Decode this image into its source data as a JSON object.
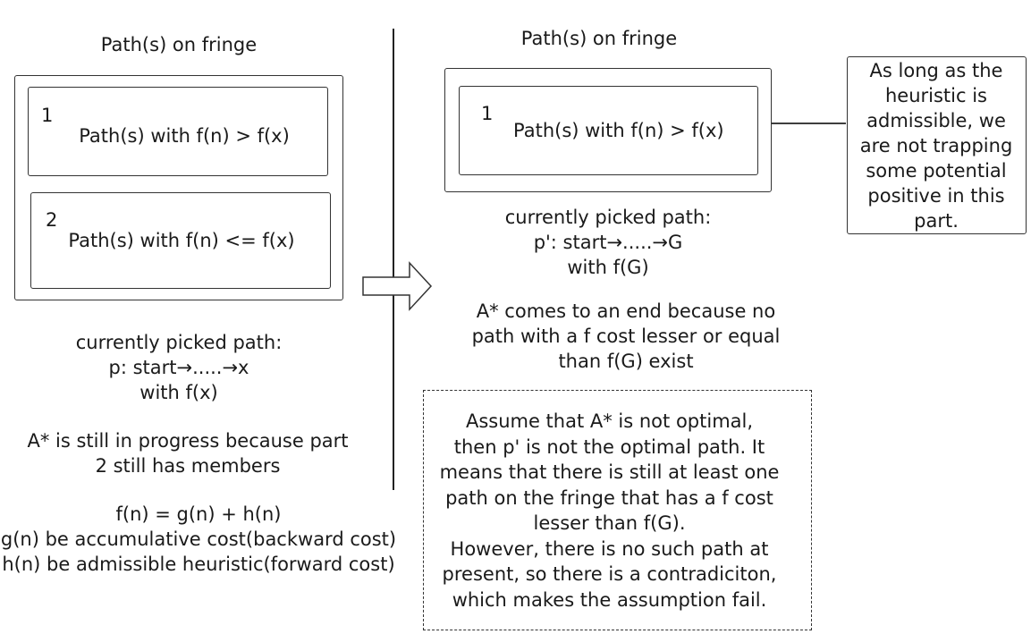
{
  "left": {
    "fringe_title": "Path(s) on fringe",
    "part1_number": "1",
    "part1_text": "Path(s) with f(n) > f(x)",
    "part2_number": "2",
    "part2_text": "Path(s) with f(n) <= f(x)",
    "picked_text": "currently picked path:\np: start→.....→x\nwith f(x)",
    "progress_text": "A* is still in progress because part\n2 still has members",
    "formula_text": "f(n) = g(n) + h(n)\ng(n) be accumulative cost(backward cost)\nh(n) be admissible heuristic(forward cost)"
  },
  "right": {
    "fringe_title": "Path(s) on fringe",
    "part1_number": "1",
    "part1_text": "Path(s) with f(n) > f(x)",
    "picked_text": "currently picked path:\np': start→.....→G\nwith f(G)",
    "end_text": "A* comes to an end because no\npath with a f cost lesser or equal\nthan f(G) exist",
    "note_text": "As long as the\nheuristic is\nadmissible, we\nare not trapping\nsome potential\npositive in this\npart.",
    "proof_text": "Assume that A* is not optimal,\nthen p' is not the optimal path. It\nmeans that there is still at least one\npath on the fringe that has a f cost\nlesser than f(G).\nHowever, there is no such path at\npresent, so there is a contradiciton,\nwhich makes the assumption fail."
  }
}
